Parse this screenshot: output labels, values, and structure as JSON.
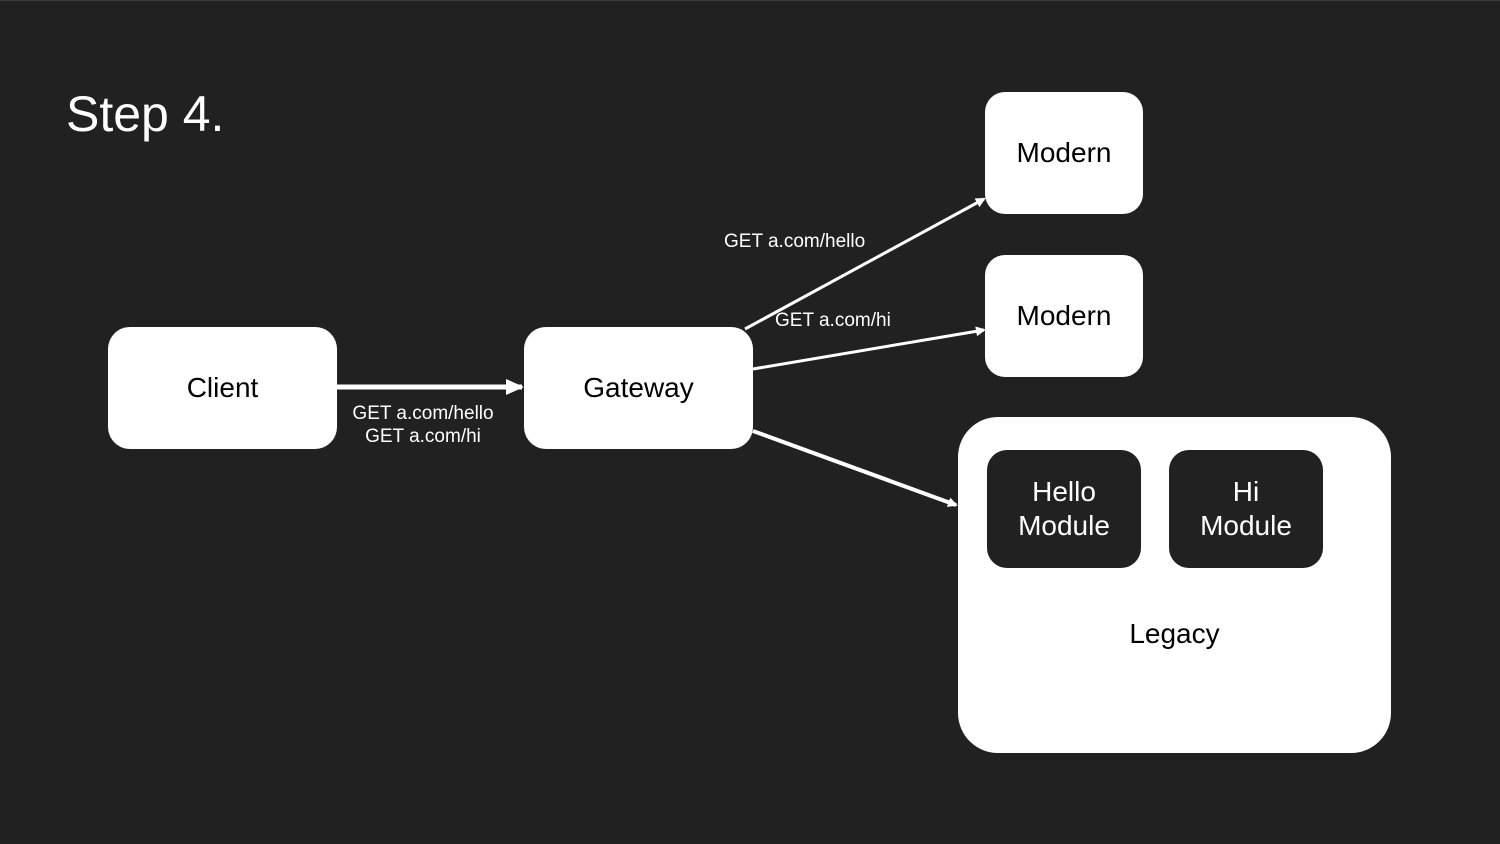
{
  "title": "Step 4.",
  "nodes": {
    "client": "Client",
    "gateway": "Gateway",
    "modern_1": "Modern",
    "modern_2": "Modern",
    "legacy": "Legacy",
    "hello_module": "Hello\nModule",
    "hi_module": "Hi\nModule"
  },
  "edges": {
    "client_to_gateway": [
      "GET a.com/hello",
      "GET a.com/hi"
    ],
    "gateway_to_modern_1": "GET a.com/hello",
    "gateway_to_modern_2": "GET a.com/hi"
  },
  "colors": {
    "background": "#212121",
    "box": "#ffffff",
    "module": "#212121",
    "arrow": "#ffffff"
  }
}
